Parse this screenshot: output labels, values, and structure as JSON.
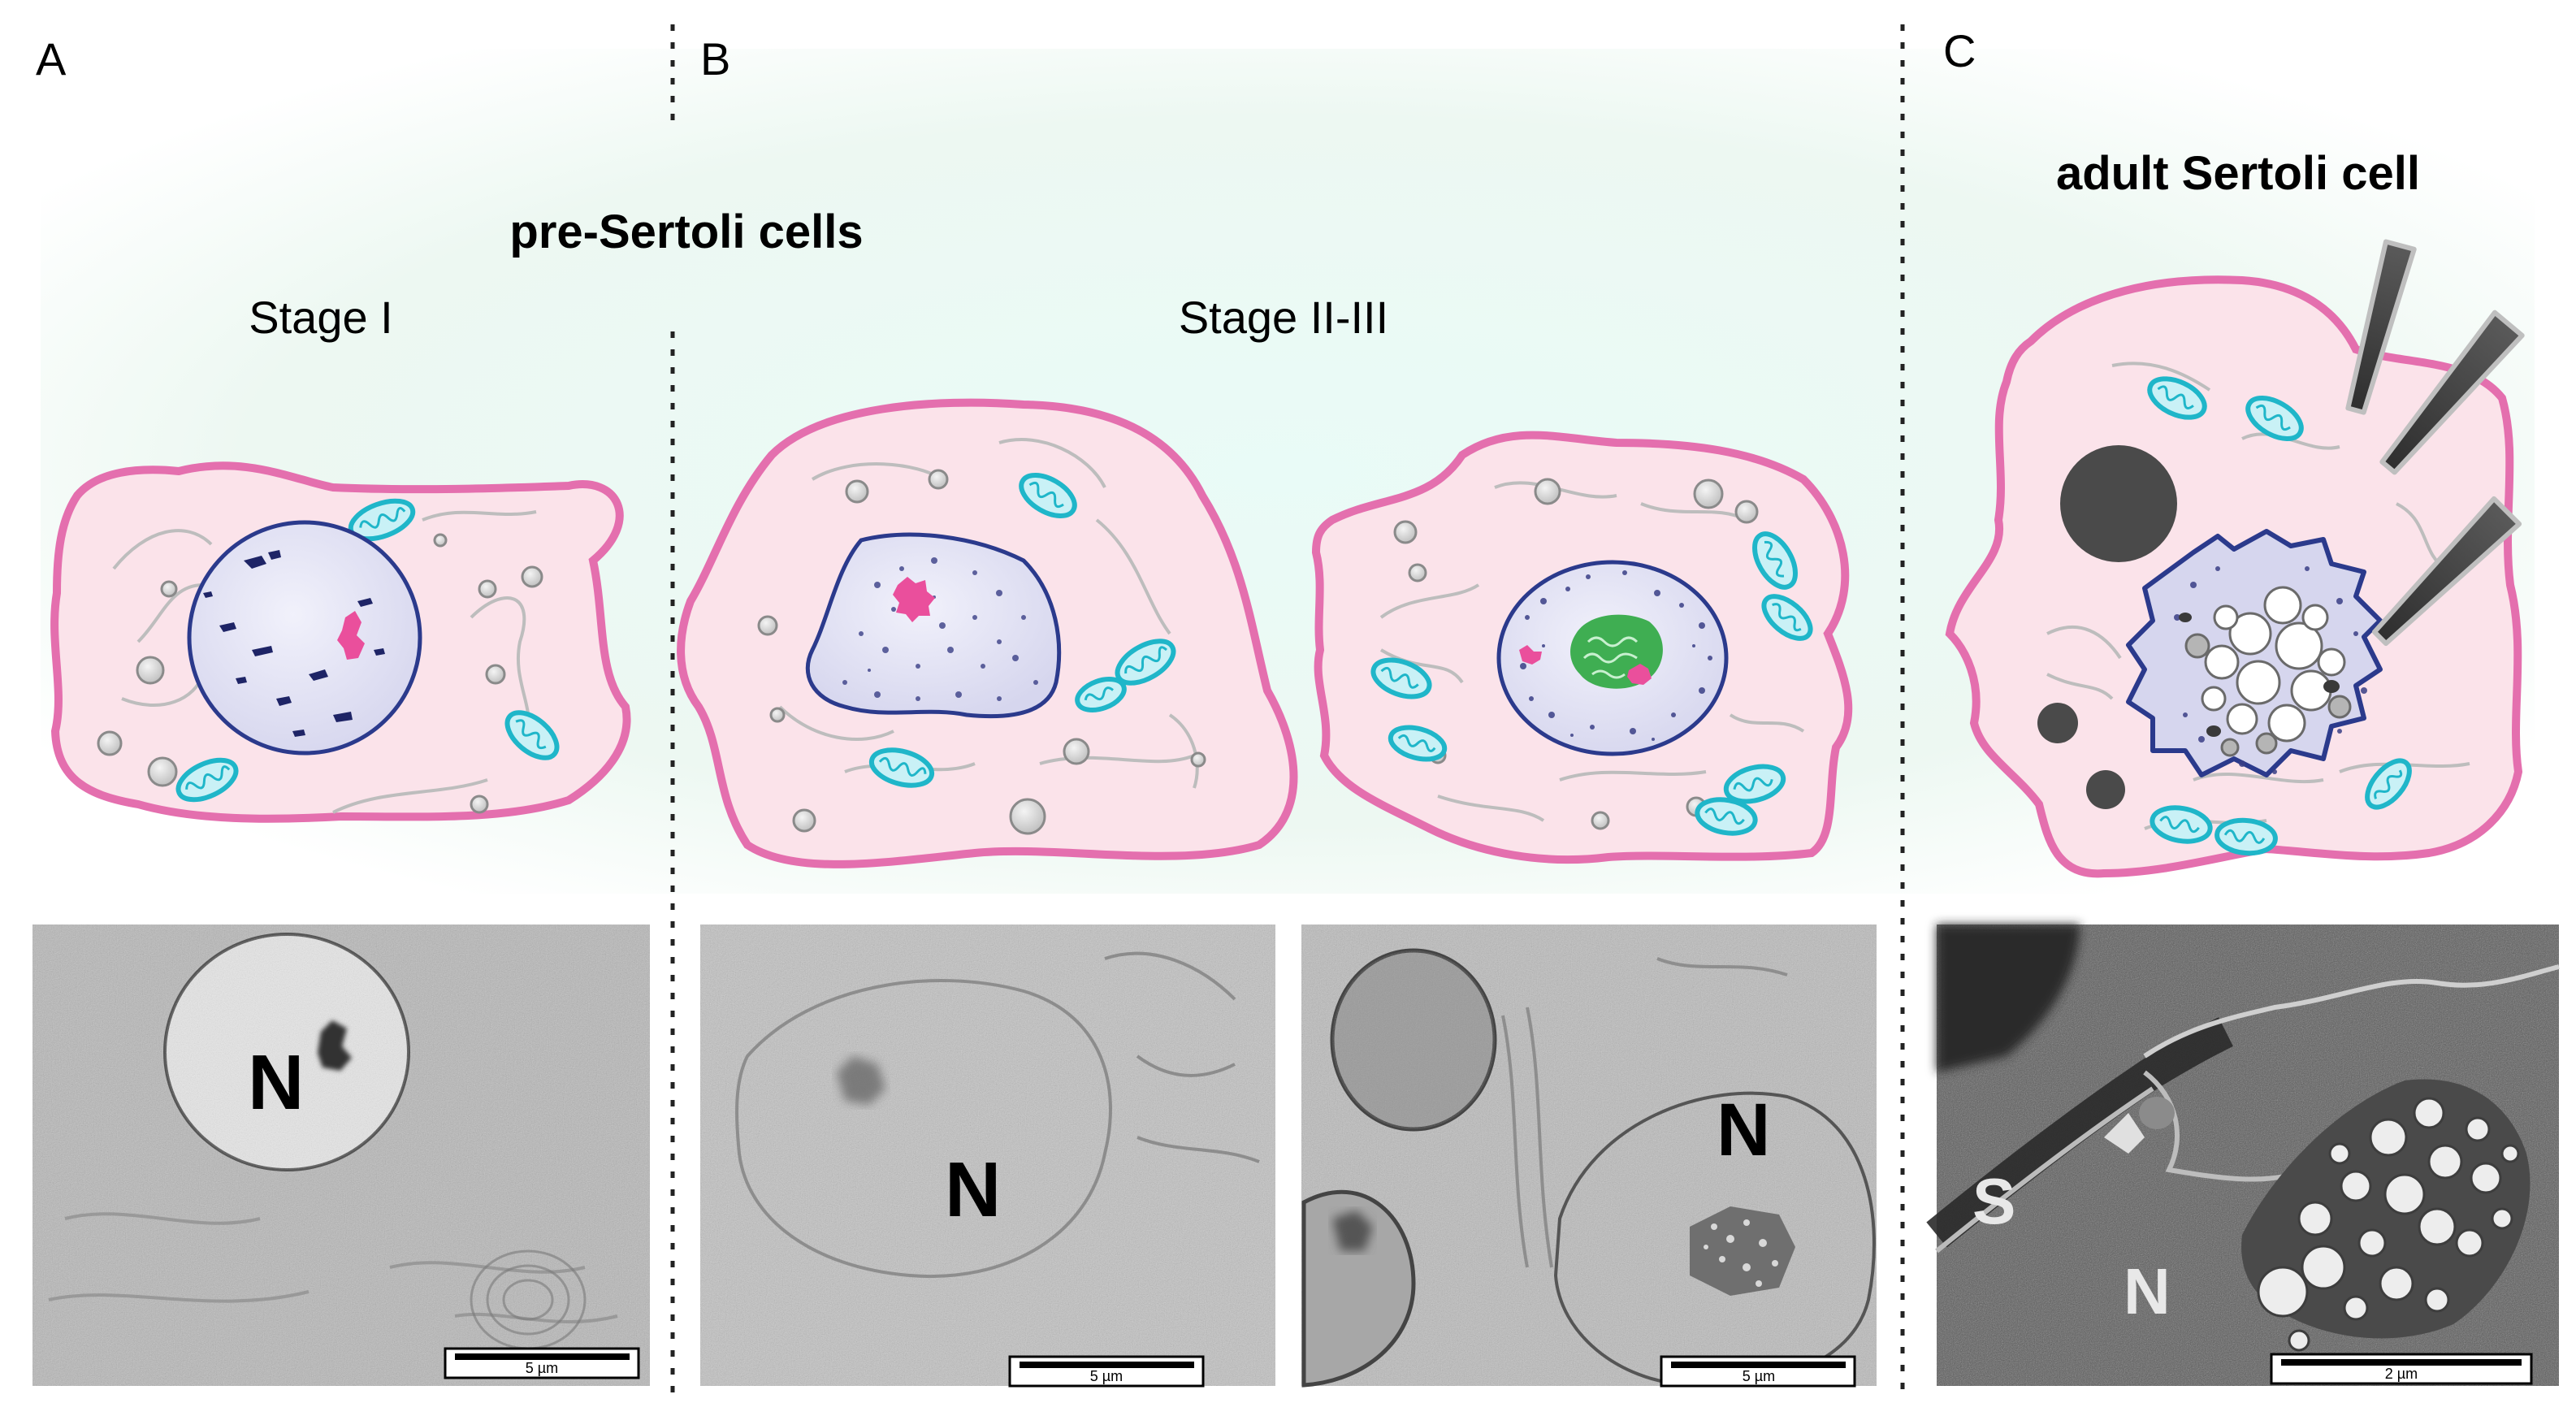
{
  "panels": {
    "a": {
      "letter": "A",
      "stage": "Stage I"
    },
    "b": {
      "letter": "B",
      "stage": "Stage II-III"
    },
    "c": {
      "letter": "C",
      "title": "adult Sertoli cell"
    }
  },
  "group_title": "pre-Sertoli cells",
  "micrographs": {
    "m1": {
      "label": "N",
      "scale": "5 µm"
    },
    "m2": {
      "label": "N",
      "scale": "5 µm"
    },
    "m3": {
      "label": "N",
      "scale": "5 µm"
    },
    "m4": {
      "label_n": "N",
      "label_s": "S",
      "scale": "2 µm"
    }
  },
  "colors": {
    "cell_fill": "#fbe3ea",
    "cell_membrane": "#e46fae",
    "nucleus_fill": "#dcdcf0",
    "nucleus_border": "#2b3a8c",
    "chromatin": "#1e2466",
    "nucleolus_pink": "#ea4f9c",
    "nucleolus_green": "#3fae52",
    "mitochondria": "#1fb6c9",
    "lipid_droplet": "#4a4a4a"
  }
}
